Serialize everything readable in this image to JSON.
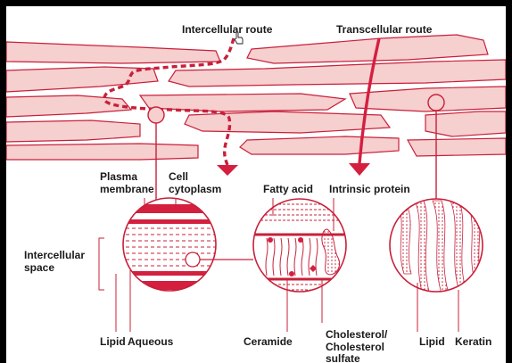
{
  "labels": {
    "intercellular_route": "Intercellular route",
    "transcellular_route": "Transcellular route",
    "plasma_membrane_1": "Plasma",
    "plasma_membrane_2": "membrane",
    "cell_cytoplasm_1": "Cell",
    "cell_cytoplasm_2": "cytoplasm",
    "fatty_acid": "Fatty acid",
    "intrinsic_protein": "Intrinsic protein",
    "intercellular_space_1": "Intercellular",
    "intercellular_space_2": "space",
    "lipid_left": "Lipid",
    "aqueous": "Aqueous",
    "ceramide": "Ceramide",
    "cholesterol_1": "Cholesterol/",
    "cholesterol_2": "Cholesterol",
    "cholesterol_3": "sulfate",
    "lipid_right": "Lipid",
    "keratin": "Keratin"
  },
  "colors": {
    "cell_fill": "#f6cfcf",
    "outline": "#c8203a",
    "band": "#d41f3f",
    "text": "#1a1a1a",
    "frame": "#000000"
  },
  "icons": {
    "cursor": "hand-pointer-icon"
  }
}
